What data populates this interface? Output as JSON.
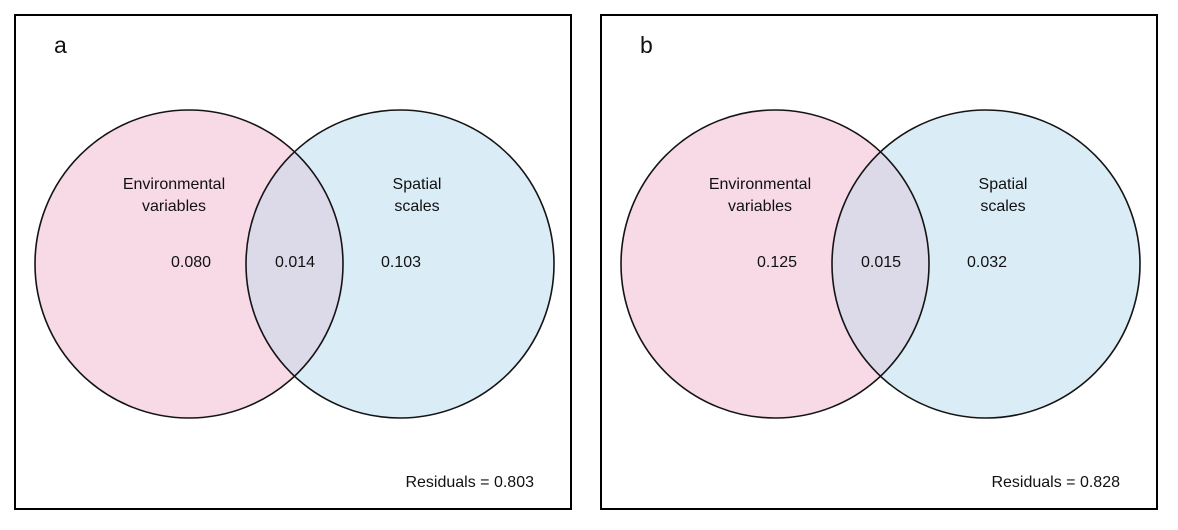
{
  "figure": {
    "panels": [
      {
        "label": "a",
        "left_circle": {
          "name": "Environmental\nvariables",
          "value": "0.080",
          "color": "#f8d9e6"
        },
        "overlap": {
          "value": "0.014",
          "color": "#dcd9e9"
        },
        "right_circle": {
          "name": "Spatial\nscales",
          "value": "0.103",
          "color": "#daecf6"
        },
        "residuals_label": "Residuals = 0.803"
      },
      {
        "label": "b",
        "left_circle": {
          "name": "Environmental\nvariables",
          "value": "0.125",
          "color": "#f8d9e6"
        },
        "overlap": {
          "value": "0.015",
          "color": "#dcd9e9"
        },
        "right_circle": {
          "name": "Spatial\nscales",
          "value": "0.032",
          "color": "#daecf6"
        },
        "residuals_label": "Residuals = 0.828"
      }
    ],
    "outline_color": "#141414"
  },
  "chart_data": [
    {
      "type": "venn",
      "panel": "a",
      "sets": [
        "Environmental variables",
        "Spatial scales"
      ],
      "exclusive_values": [
        0.08,
        0.103
      ],
      "intersection_value": 0.014,
      "residuals": 0.803
    },
    {
      "type": "venn",
      "panel": "b",
      "sets": [
        "Environmental variables",
        "Spatial scales"
      ],
      "exclusive_values": [
        0.125,
        0.032
      ],
      "intersection_value": 0.015,
      "residuals": 0.828
    }
  ]
}
